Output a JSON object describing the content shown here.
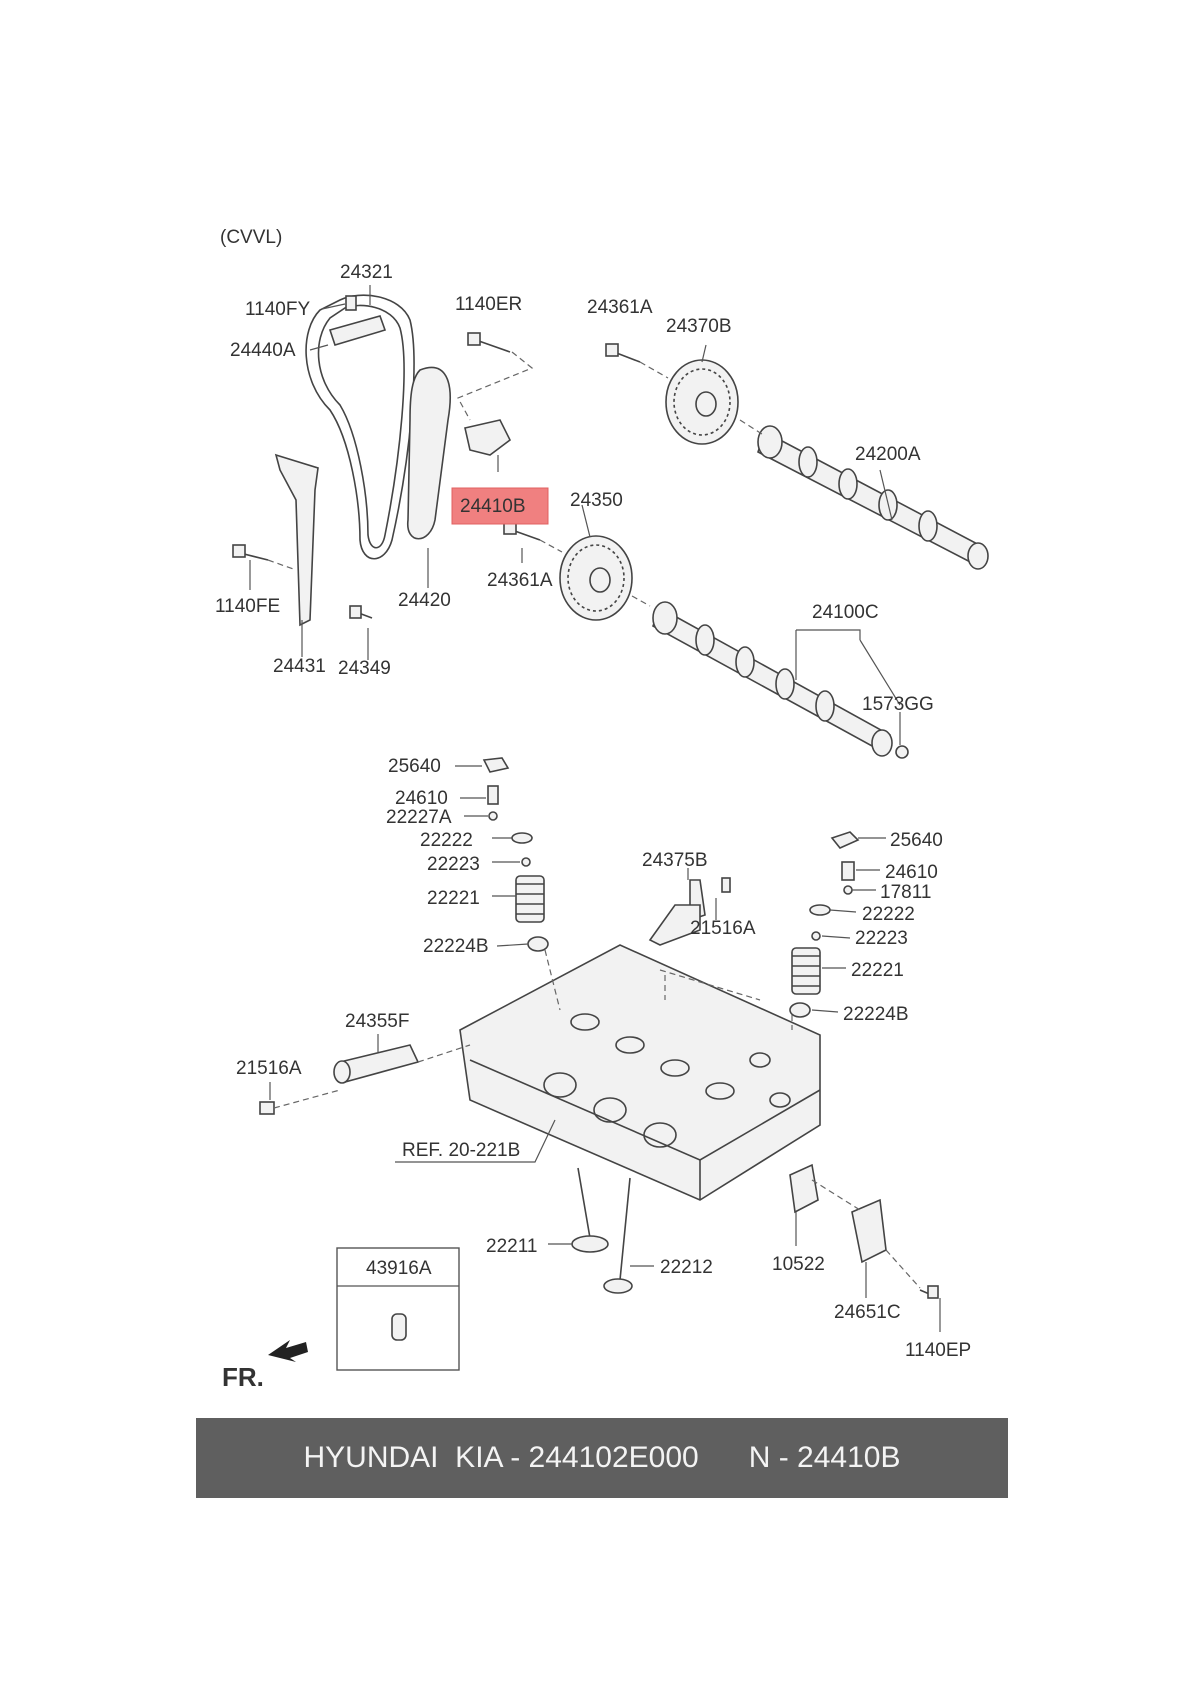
{
  "diagram": {
    "variant_label": "(CVVL)",
    "highlight_color": "#f08080",
    "labels": {
      "p24321": "24321",
      "p1140FY": "1140FY",
      "p1140ER": "1140ER",
      "p24361A_top": "24361A",
      "p24370B": "24370B",
      "p24440A": "24440A",
      "p24200A": "24200A",
      "p24410B": "24410B",
      "p24350": "24350",
      "p24361A_mid": "24361A",
      "p1140FE": "1140FE",
      "p24420": "24420",
      "p24100C": "24100C",
      "p24431": "24431",
      "p24349": "24349",
      "p1573GG": "1573GG",
      "p25640_l": "25640",
      "p24610_l": "24610",
      "p22227A": "22227A",
      "p22222_l": "22222",
      "p22223_l": "22223",
      "p22221_l": "22221",
      "p22224B_l": "22224B",
      "p24375B": "24375B",
      "p21516A_r": "21516A",
      "p25640_r": "25640",
      "p24610_r": "24610",
      "p17811": "17811",
      "p22222_r": "22222",
      "p22223_r": "22223",
      "p22221_r": "22221",
      "p22224B_r": "22224B",
      "p24355F": "24355F",
      "p21516A_l": "21516A",
      "ref": "REF. 20-221B",
      "p22211": "22211",
      "p22212": "22212",
      "p10522": "10522",
      "p24651C": "24651C",
      "p43916A": "43916A",
      "p1140EP": "1140EP",
      "front": "FR."
    }
  },
  "footer": {
    "brand": "HYUNDAI  KIA - 244102E000",
    "code": "N - 24410B"
  }
}
